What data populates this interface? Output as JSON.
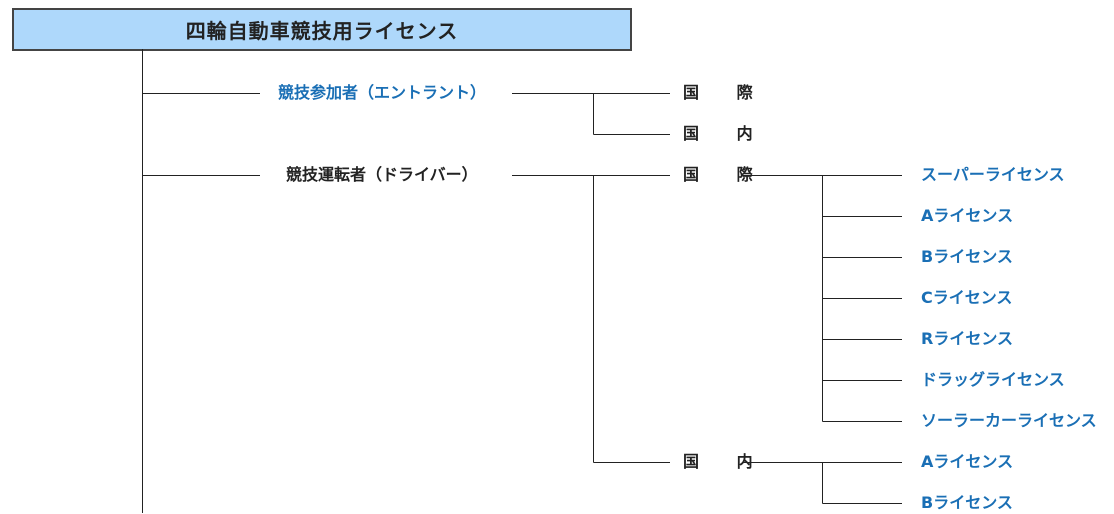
{
  "title": "四輪自動車競技用ライセンス",
  "colors": {
    "header_bg": "#aed8fb",
    "header_border": "#444444",
    "blue_text": "#1a6fb5",
    "dark_text": "#222222",
    "line": "#222222"
  },
  "level1": {
    "entrant": "競技参加者（エントラント）",
    "driver": "競技運転者（ドライバー）"
  },
  "level2": {
    "entrant_international": "国 際",
    "entrant_domestic": "国 内",
    "driver_international": "国 際",
    "driver_domestic": "国 内"
  },
  "international_licenses": [
    "スーパーライセンス",
    "Aライセンス",
    "Bライセンス",
    "Cライセンス",
    "Rライセンス",
    "ドラッグライセンス",
    "ソーラーカーライセンス"
  ],
  "domestic_licenses": [
    "Aライセンス",
    "Bライセンス"
  ]
}
